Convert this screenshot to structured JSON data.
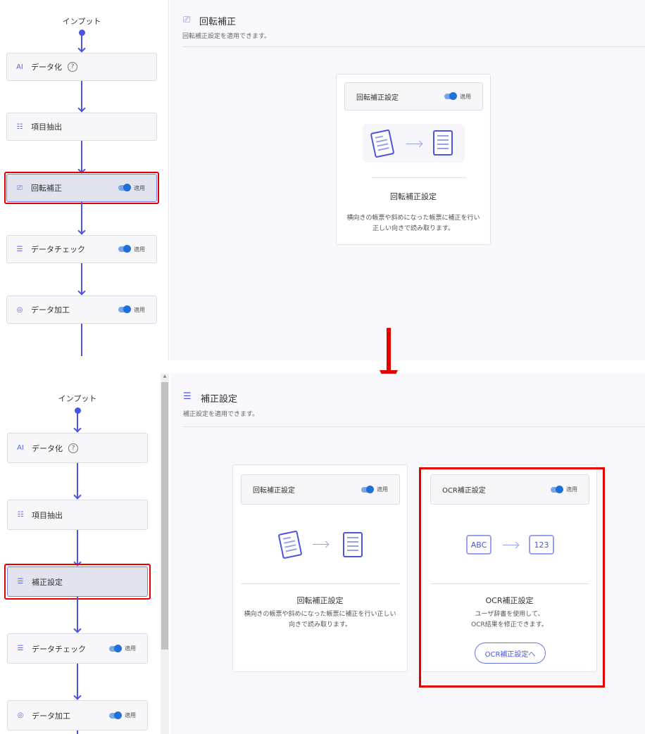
{
  "top": {
    "input_label": "インプット",
    "nodes": [
      {
        "label": "データ化",
        "icon": "ai-scan-icon",
        "help": true
      },
      {
        "label": "項目抽出",
        "icon": "list-icon"
      },
      {
        "label": "回転補正",
        "icon": "rotate-icon",
        "toggle": "適用",
        "active": true
      },
      {
        "label": "データチェック",
        "icon": "checklist-icon",
        "toggle": "適用"
      },
      {
        "label": "データ加工",
        "icon": "process-icon",
        "toggle": "適用"
      }
    ],
    "main": {
      "title": "回転補正",
      "subtitle": "回転補正設定を適用できます。",
      "card": {
        "header": "回転補正設定",
        "toggle": "適用",
        "title": "回転補正設定",
        "desc_lines": [
          "横向きの帳票や斜めになった帳票に補正を行い",
          "正しい向きで読み取ります。"
        ]
      }
    }
  },
  "bottom": {
    "input_label": "インプット",
    "nodes": [
      {
        "label": "データ化",
        "icon": "ai-scan-icon",
        "help": true
      },
      {
        "label": "項目抽出",
        "icon": "list-icon"
      },
      {
        "label": "補正設定",
        "icon": "correction-icon",
        "active": true
      },
      {
        "label": "データチェック",
        "icon": "checklist-icon",
        "toggle": "適用"
      },
      {
        "label": "データ加工",
        "icon": "process-icon",
        "toggle": "適用"
      }
    ],
    "main": {
      "title": "補正設定",
      "subtitle": "補正設定を適用できます。",
      "cards": [
        {
          "header": "回転補正設定",
          "toggle": "適用",
          "title": "回転補正設定",
          "desc_lines": [
            "横向きの帳票や斜めになった帳票に補正を行い正しい",
            "向きで読み取ります。"
          ]
        },
        {
          "header": "OCR補正設定",
          "toggle": "適用",
          "title": "OCR補正設定",
          "desc_lines": [
            "ユーザ辞書を使用して、",
            "OCR結果を修正できます。"
          ],
          "from": "ABC",
          "to": "123",
          "button": "OCR補正設定へ"
        }
      ]
    }
  },
  "colors": {
    "accent": "#4b55e0",
    "highlight": "#e50000"
  }
}
